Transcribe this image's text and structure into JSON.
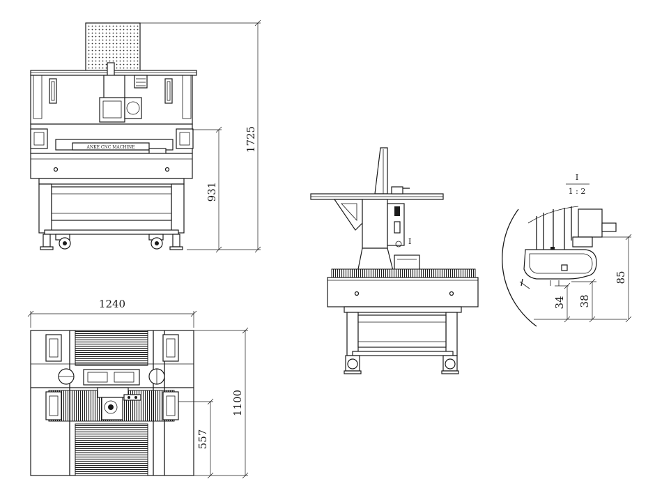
{
  "dimensions": {
    "total_height": "1725",
    "table_height": "931",
    "width": "1240",
    "depth": "1100",
    "half_depth": "557",
    "detail_85": "85",
    "detail_38": "38",
    "detail_34": "34"
  },
  "labels": {
    "detail_marker": "I",
    "detail_title": "I",
    "detail_scale": "1 : 2",
    "nameplate": "ANKE CNC MACHINE"
  }
}
